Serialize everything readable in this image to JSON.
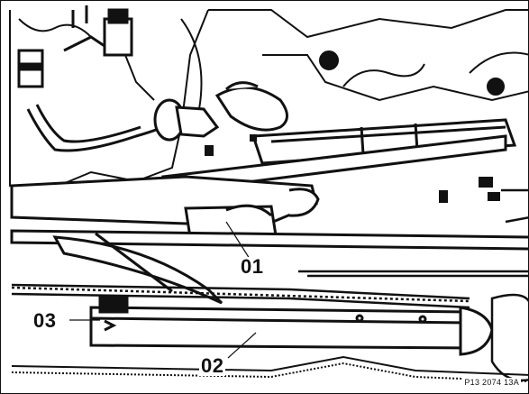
{
  "figure": {
    "callouts": [
      {
        "id": "01",
        "label": "01"
      },
      {
        "id": "02",
        "label": "02"
      },
      {
        "id": "03",
        "label": "03"
      }
    ],
    "reference_code": "P13 2074 13A"
  }
}
